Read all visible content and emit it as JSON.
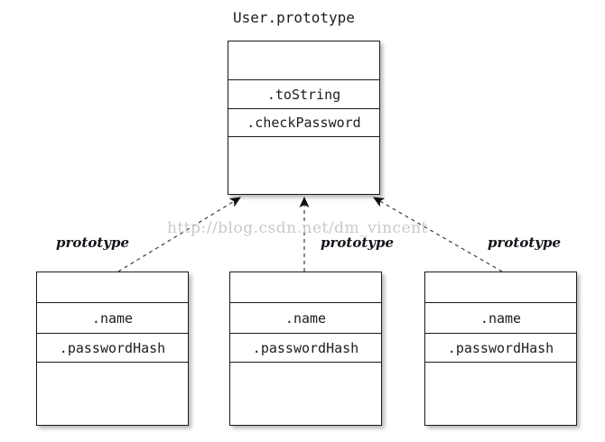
{
  "diagram": {
    "type": "uml-prototype-chain",
    "background_color": "#ffffff",
    "line_color": "#1a1a1a",
    "text_color": "#1c1c22",
    "watermark_color": "#c9c9c9"
  },
  "watermark": {
    "text": "http://blog.csdn.net/dm_vincent"
  },
  "prototype_box": {
    "title": "User.prototype",
    "rows": [
      {
        "label": "",
        "empty": true
      },
      {
        "label": ".toString",
        "empty": false
      },
      {
        "label": ".checkPassword",
        "empty": false
      },
      {
        "label": "",
        "empty": true
      }
    ]
  },
  "instances": [
    {
      "id": "instance-left",
      "edge_label": "prototype",
      "rows": [
        {
          "label": "",
          "empty": true
        },
        {
          "label": ".name",
          "empty": false
        },
        {
          "label": ".passwordHash",
          "empty": false
        },
        {
          "label": "",
          "empty": true
        }
      ]
    },
    {
      "id": "instance-middle",
      "edge_label": "prototype",
      "rows": [
        {
          "label": "",
          "empty": true
        },
        {
          "label": ".name",
          "empty": false
        },
        {
          "label": ".passwordHash",
          "empty": false
        },
        {
          "label": "",
          "empty": true
        }
      ]
    },
    {
      "id": "instance-right",
      "edge_label": "prototype",
      "rows": [
        {
          "label": "",
          "empty": true
        },
        {
          "label": ".name",
          "empty": false
        },
        {
          "label": ".passwordHash",
          "empty": false
        },
        {
          "label": "",
          "empty": true
        }
      ]
    }
  ],
  "connectors": [
    {
      "id": "connector-left",
      "from": "instance-left",
      "to": "prototype_box",
      "style": "dashed",
      "arrow": "filled"
    },
    {
      "id": "connector-middle",
      "from": "instance-middle",
      "to": "prototype_box",
      "style": "dashed",
      "arrow": "filled"
    },
    {
      "id": "connector-right",
      "from": "instance-right",
      "to": "prototype_box",
      "style": "dashed",
      "arrow": "filled"
    }
  ]
}
